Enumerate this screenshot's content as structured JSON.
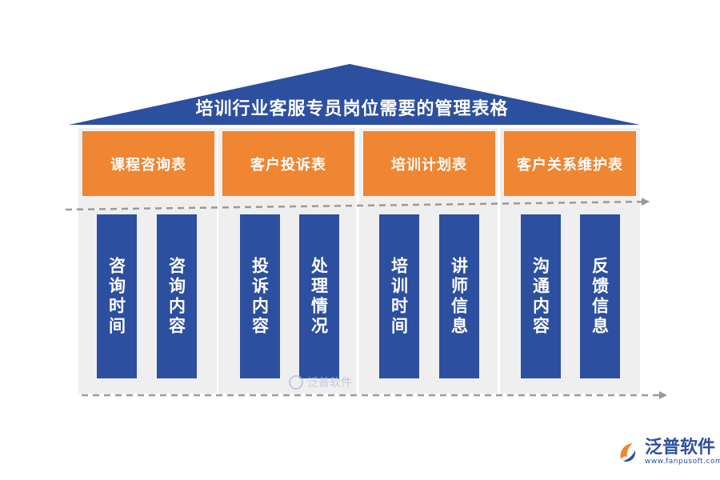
{
  "title": "培训行业客服专员岗位需要的管理表格",
  "columns": [
    {
      "header": "课程咨询表",
      "pillars": [
        "咨询时间",
        "咨询内容"
      ]
    },
    {
      "header": "客户投诉表",
      "pillars": [
        "投诉内容",
        "处理情况"
      ]
    },
    {
      "header": "培训计划表",
      "pillars": [
        "培训时间",
        "讲师信息"
      ]
    },
    {
      "header": "客户关系维护表",
      "pillars": [
        "沟通内容",
        "反馈信息"
      ]
    }
  ],
  "watermark": "泛普软件",
  "logo": {
    "name": "泛普软件",
    "url": "www.fanpusoft.com"
  },
  "colors": {
    "roof": "#2d4fa0",
    "header": "#f08532",
    "pillar": "#2d4fa0",
    "column_bg": "#efefef",
    "arrow": "#9a9a9a"
  }
}
